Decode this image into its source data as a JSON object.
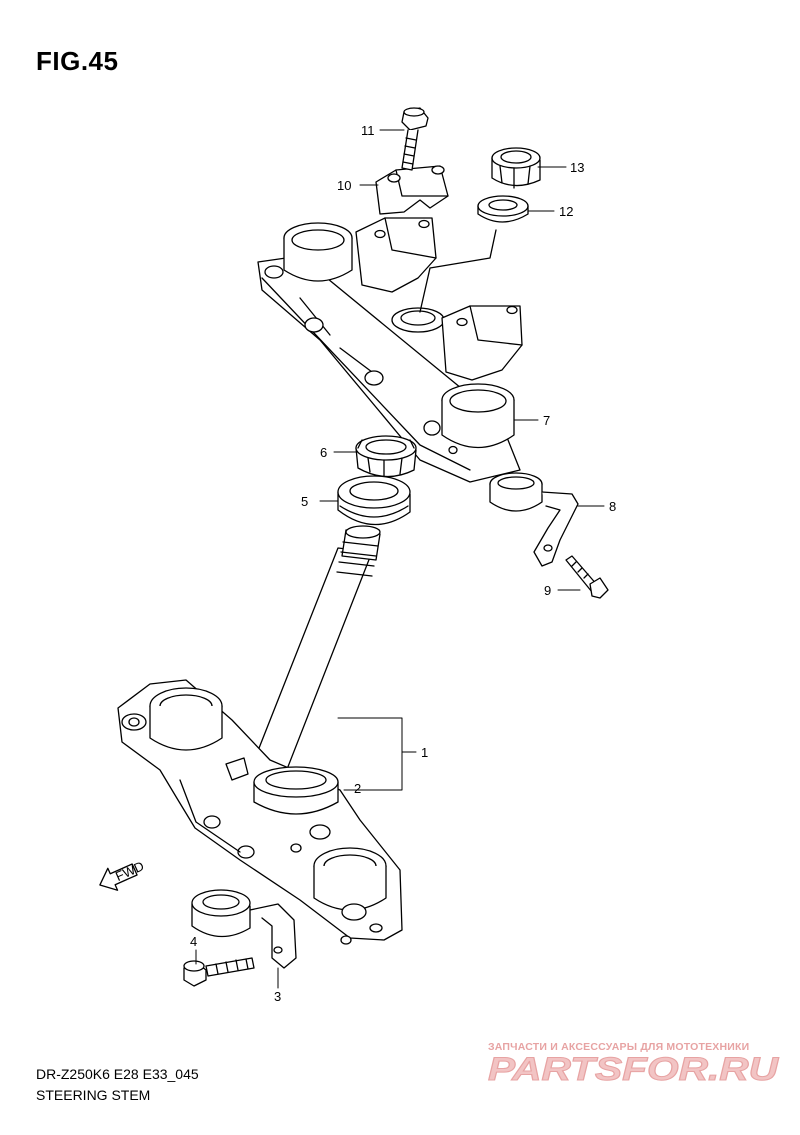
{
  "figure": {
    "title": "FIG.45",
    "model_code": "DR-Z250K6 E28 E33_045",
    "subtitle": "STEERING STEM"
  },
  "callouts": [
    "1",
    "2",
    "3",
    "4",
    "5",
    "6",
    "7",
    "8",
    "9",
    "10",
    "11",
    "12",
    "13"
  ],
  "direction_label": "FWD",
  "watermark": {
    "caption": "ЗАПЧАСТИ И АКСЕССУАРЫ ДЛЯ МОТОТЕХНИКИ",
    "logo": "PARTSFOR.RU",
    "color": "#e7a3a3"
  },
  "colors": {
    "line": "#000000",
    "background": "#ffffff"
  }
}
